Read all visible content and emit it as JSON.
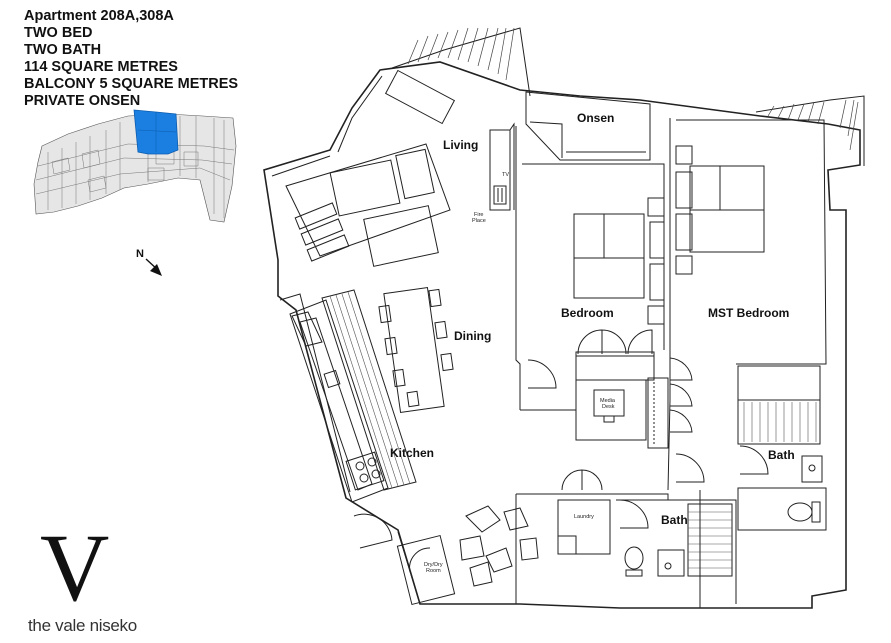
{
  "info": {
    "apartment": "Apartment 208A,308A",
    "bedrooms": "TWO BED",
    "bathrooms": "TWO BATH",
    "area": "114 SQUARE METRES",
    "balcony": "BALCONY 5 SQUARE METRES",
    "feature": "PRIVATE ONSEN"
  },
  "compass": {
    "label": "N"
  },
  "rooms": {
    "living": "Living",
    "onsen": "Onsen",
    "dining": "Dining",
    "bedroom": "Bedroom",
    "mst_bedroom": "MST Bedroom",
    "kitchen": "Kitchen",
    "bath_main": "Bath",
    "bath_second": "Bath",
    "laundry": "Laundry"
  },
  "fixtures": {
    "tv": "TV",
    "fireplace_1": "Fire",
    "fireplace_2": "Place",
    "media_desk_1": "Media",
    "media_desk_2": "Desk",
    "drying_room_1": "Dry/Dry",
    "drying_room_2": "Room"
  },
  "logo": {
    "mark": "V",
    "text": "the vale niseko"
  },
  "colors": {
    "highlight": "#1a7fe0",
    "line": "#222222",
    "keyplan_fill": "#e4e4e4"
  }
}
